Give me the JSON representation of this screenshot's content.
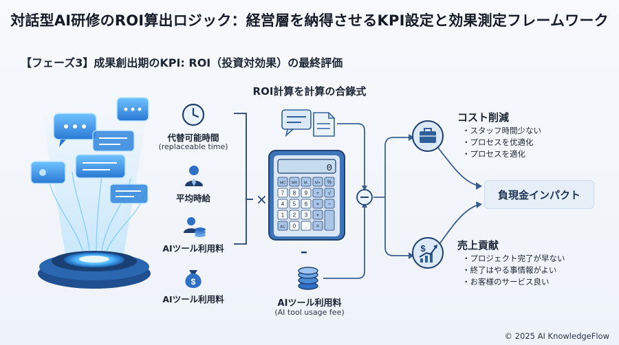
{
  "title": "対話型AI研修のROI算出ロジック：経営層を納得させるKPI設定と効果測定フレームワーク",
  "subtitle": "【フェーズ3】成果創出期のKPI: ROI（投資対効果）の最終評価",
  "formula_heading": "ROI計算を計算の合錄式",
  "inputs": [
    {
      "label": "代替可能時間",
      "sub": "(replaceable time)",
      "icon": "clock-icon"
    },
    {
      "label": "平均時給",
      "icon": "person-icon"
    },
    {
      "label": "AIツール利用料",
      "icon": "coin-stack-icon"
    },
    {
      "label": "AIツール利用料",
      "icon": "money-bag-icon"
    }
  ],
  "operators": {
    "multiply": "×",
    "minus": "–",
    "minus_circle": "−"
  },
  "calculator": {
    "display": "0",
    "keys": [
      [
        "MC",
        "MR",
        "M-",
        "M+",
        "%"
      ],
      [
        "7",
        "8",
        "9",
        "÷",
        "√"
      ],
      [
        "4",
        "5",
        "6",
        "×",
        "−"
      ],
      [
        "1",
        "2",
        "3",
        "+",
        ""
      ],
      [
        "AC",
        "0",
        ".",
        "=",
        ""
      ]
    ]
  },
  "fee": {
    "label": "AIツール利用料",
    "sub": "(AI tool usage fee)"
  },
  "cost": {
    "title": "コスト削減",
    "items": [
      "スタッフ時間少ない",
      "プロセスを优適化",
      "プロセスを適化"
    ]
  },
  "impact": "負現金インパクト",
  "sales": {
    "title": "売上貢献",
    "items": [
      "プロジェクト完了が早ない",
      "終了はやる事情報がよい",
      "お客様のサービス良い"
    ]
  },
  "copyright": "© 2025 AI KnowledgeFlow",
  "colors": {
    "accent": "#2f6fc4",
    "dark": "#1f3f6e",
    "line": "#3a5f8f",
    "glow": "#4fb6ff"
  }
}
